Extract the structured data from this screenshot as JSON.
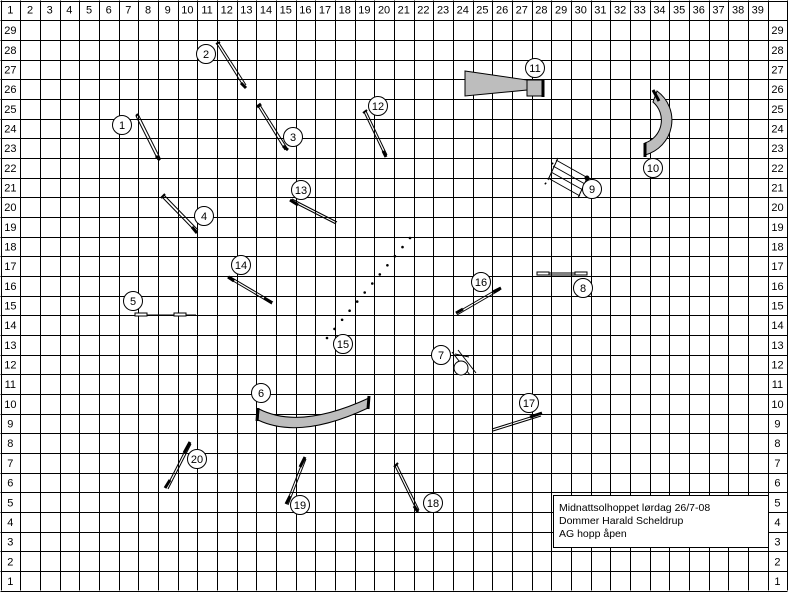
{
  "grid": {
    "columns": [
      "1",
      "2",
      "3",
      "4",
      "5",
      "6",
      "7",
      "8",
      "9",
      "10",
      "11",
      "12",
      "13",
      "14",
      "15",
      "16",
      "17",
      "18",
      "19",
      "20",
      "21",
      "22",
      "23",
      "24",
      "25",
      "26",
      "27",
      "28",
      "29",
      "30",
      "31",
      "32",
      "33",
      "34",
      "35",
      "36",
      "37",
      "38",
      "39"
    ],
    "rows": [
      "29",
      "28",
      "27",
      "26",
      "25",
      "24",
      "23",
      "22",
      "21",
      "20",
      "19",
      "18",
      "17",
      "16",
      "15",
      "14",
      "13",
      "12",
      "11",
      "10",
      "9",
      "8",
      "7",
      "6",
      "5",
      "4",
      "3",
      "2",
      "1"
    ]
  },
  "obstacles": [
    {
      "number": "1",
      "type": "jump"
    },
    {
      "number": "2",
      "type": "jump"
    },
    {
      "number": "3",
      "type": "jump"
    },
    {
      "number": "4",
      "type": "jump"
    },
    {
      "number": "5",
      "type": "long-jump"
    },
    {
      "number": "6",
      "type": "tunnel"
    },
    {
      "number": "7",
      "type": "tyre"
    },
    {
      "number": "8",
      "type": "jump"
    },
    {
      "number": "9",
      "type": "wall"
    },
    {
      "number": "10",
      "type": "tunnel"
    },
    {
      "number": "11",
      "type": "chute"
    },
    {
      "number": "12",
      "type": "jump"
    },
    {
      "number": "13",
      "type": "jump"
    },
    {
      "number": "14",
      "type": "jump"
    },
    {
      "number": "15",
      "type": "weave-poles"
    },
    {
      "number": "16",
      "type": "jump"
    },
    {
      "number": "17",
      "type": "jump"
    },
    {
      "number": "18",
      "type": "jump"
    },
    {
      "number": "19",
      "type": "jump"
    },
    {
      "number": "20",
      "type": "jump"
    }
  ],
  "info": {
    "line1": "Midnattsolhoppet lørdag 26/7-08",
    "line2": "Dommer Harald Scheldrup",
    "line3": "AG hopp åpen"
  }
}
